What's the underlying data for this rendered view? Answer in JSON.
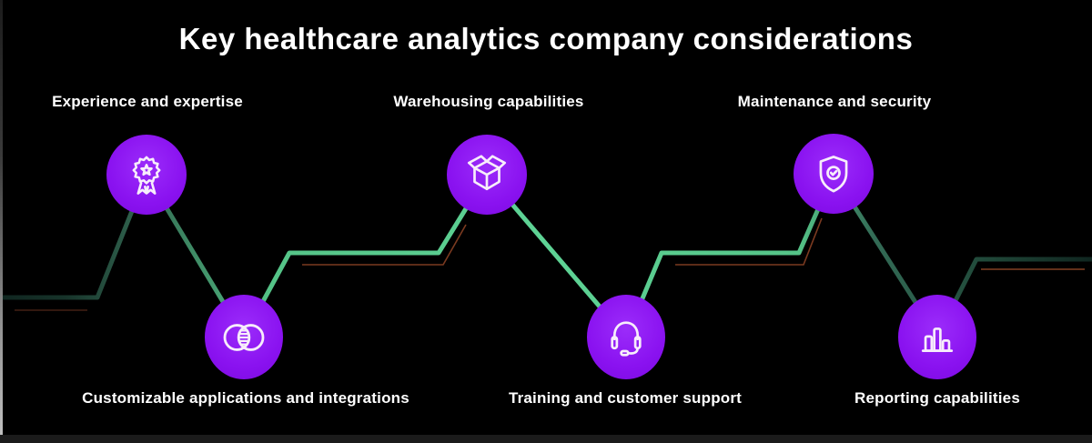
{
  "title": "Key healthcare analytics company considerations",
  "nodes": [
    {
      "label": "Experience and expertise",
      "icon": "award-badge-icon",
      "row": "top"
    },
    {
      "label": "Customizable applications and integrations",
      "icon": "venn-diagram-icon",
      "row": "bottom"
    },
    {
      "label": "Warehousing capabilities",
      "icon": "open-box-icon",
      "row": "top"
    },
    {
      "label": "Training and customer support",
      "icon": "headset-icon",
      "row": "bottom"
    },
    {
      "label": "Maintenance and security",
      "icon": "shield-check-icon",
      "row": "top"
    },
    {
      "label": "Reporting capabilities",
      "icon": "bar-chart-icon",
      "row": "bottom"
    }
  ],
  "colors": {
    "background": "#000000",
    "node_purple": "#8A12F0",
    "node_purple_light": "#9B2CFA",
    "line_green_bright": "#5ED395",
    "line_green_mid": "#55C488",
    "line_teal_dark": "#2E5F4B",
    "line_teal_edge": "#102620",
    "echo_orange": "#7B3A20",
    "text": "#FFFFFF"
  }
}
